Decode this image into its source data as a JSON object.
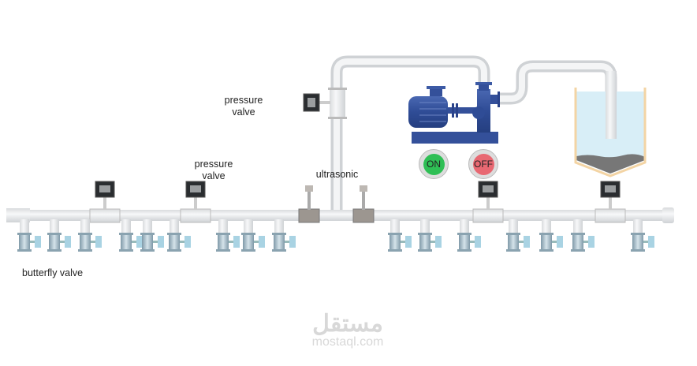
{
  "labels": {
    "pressure_valve_top": "pressure valve",
    "pressure_valve_left": "pressure valve",
    "ultrasonic": "ultrasonic",
    "butterfly_valve": "butterfly valve"
  },
  "controls": {
    "on_label": "ON",
    "off_label": "OFF"
  },
  "watermark": {
    "arabic": "مستقل",
    "latin": "mostaql.com"
  },
  "colors": {
    "pipe": "#e6e8ea",
    "pump": "#34509a",
    "on": "#2fbf55",
    "off": "#e86872",
    "water": "#d8eef7",
    "sludge": "#777777",
    "tank_wall": "#f3d4a4"
  }
}
